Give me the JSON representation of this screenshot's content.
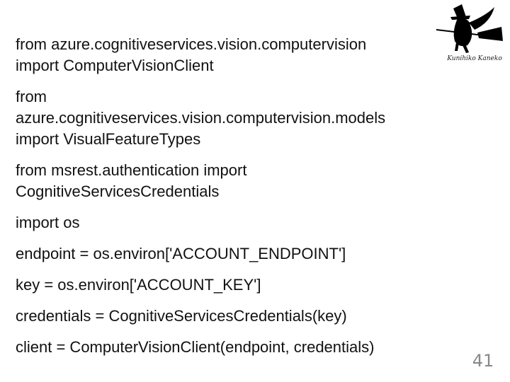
{
  "logo": {
    "icon": "witch-on-broom-icon",
    "signature": "Kunihiko Kaneko"
  },
  "paragraphs": [
    [
      "from azure.cognitiveservices.vision.computervision",
      "import ComputerVisionClient"
    ],
    [
      "from",
      "azure.cognitiveservices.vision.computervision.models",
      "import VisualFeatureTypes"
    ],
    [
      "from msrest.authentication import",
      "CognitiveServicesCredentials"
    ],
    [
      "import os"
    ],
    [
      "endpoint = os.environ['ACCOUNT_ENDPOINT']"
    ],
    [
      "key = os.environ['ACCOUNT_KEY']"
    ],
    [
      "credentials = CognitiveServicesCredentials(key)"
    ],
    [
      "client = ComputerVisionClient(endpoint, credentials)"
    ]
  ],
  "page_number": "41"
}
